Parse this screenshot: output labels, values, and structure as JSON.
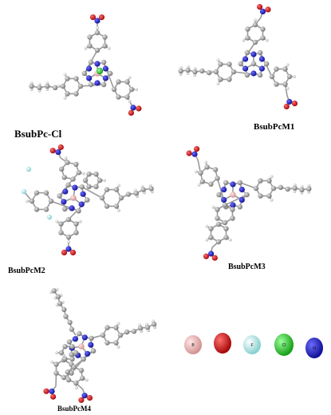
{
  "labels": {
    "m1": "BsubPc-Cl",
    "m2": "BsubPcM1",
    "m3": "BsubPcM2",
    "m4": "BsubPcM3",
    "m5": "BsubPcM4"
  },
  "legend": [
    {
      "symbol": "B",
      "name": "boron",
      "color": "#f1b9b9"
    },
    {
      "symbol": "",
      "name": "oxygen",
      "color": "#e00000"
    },
    {
      "symbol": "F",
      "name": "fluorine",
      "color": "#b9f0f0"
    },
    {
      "symbol": "Cl",
      "name": "chlorine",
      "color": "#1fd21f"
    },
    {
      "symbol": "N",
      "name": "nitrogen",
      "color": "#1616d0"
    }
  ],
  "atom_colors": {
    "carbon": "#8a8a8a",
    "hydrogen": "#e8e8e8",
    "nitrogen": "#1616d0",
    "oxygen": "#e00000",
    "boron": "#f1b9b9",
    "chlorine": "#1fd21f",
    "fluorine": "#b9f0f0"
  }
}
